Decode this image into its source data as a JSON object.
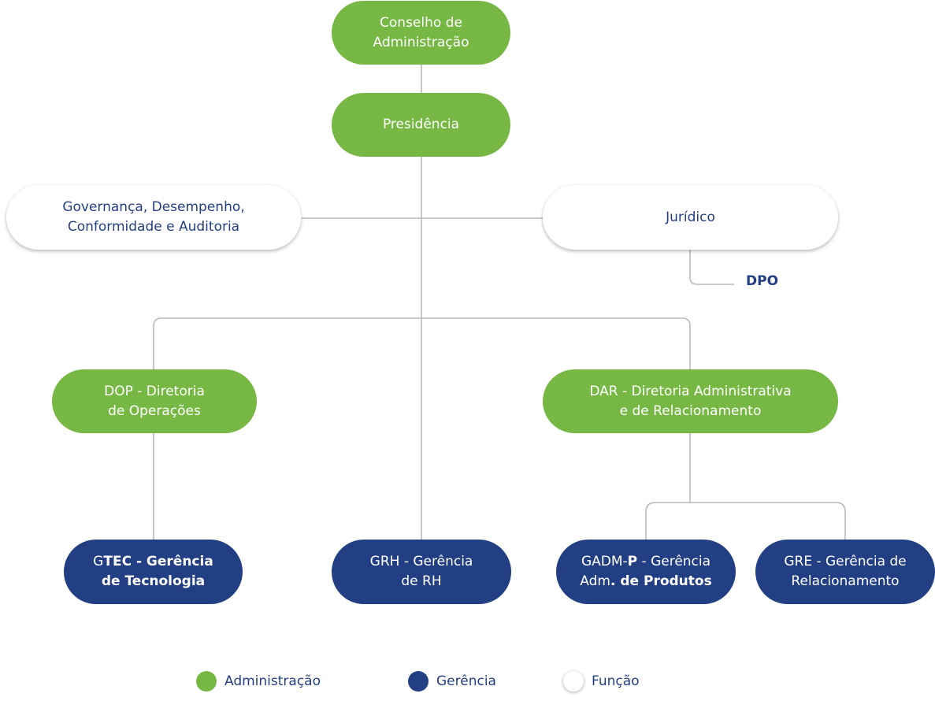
{
  "nodes": {
    "conselho": {
      "line1": "Conselho de",
      "line2": "Administração"
    },
    "presidencia": {
      "label": "Presidência"
    },
    "governanca": {
      "line1": "Governança, Desempenho,",
      "line2": "Conformidade e Auditoria"
    },
    "juridico": {
      "label": "Jurídico"
    },
    "dpo": {
      "label": "DPO"
    },
    "dop": {
      "line1": "DOP - Diretoria",
      "line2": "de Operações"
    },
    "dar": {
      "line1": "DAR - Diretoria Administrativa",
      "line2": "e de Relacionamento"
    },
    "gtec": {
      "p1": "G",
      "p2": "TEC - Gerência",
      "line2": "de Tecnologia"
    },
    "grh": {
      "line1": "GRH - Gerência",
      "line2": "de RH"
    },
    "gadm": {
      "p1": "GADM-",
      "p2": "P",
      "p3": " - Gerência",
      "l2a": "Adm",
      "l2b": ". de Produtos"
    },
    "gre": {
      "line1": "GRE - Gerência de",
      "line2": "Relacionamento"
    }
  },
  "legend": [
    {
      "label": "Administração",
      "color": "#76b843"
    },
    {
      "label": "Gerência",
      "color": "#233f83"
    },
    {
      "label": "Função",
      "color": "#ffffff"
    }
  ]
}
